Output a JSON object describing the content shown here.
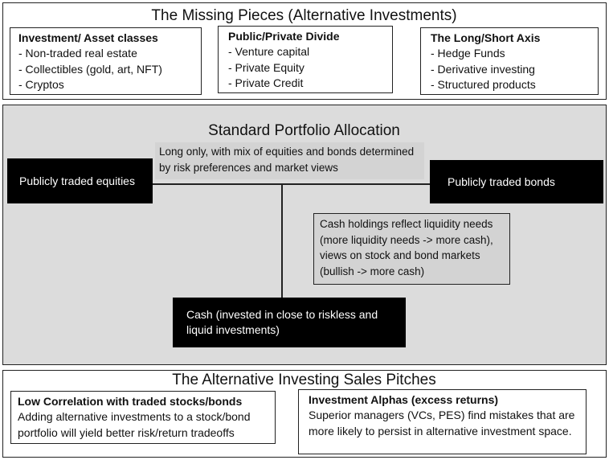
{
  "top": {
    "title": "The Missing Pieces (Alternative Investments)",
    "boxes": [
      {
        "heading": "Investment/ Asset classes",
        "items": [
          "- Non-traded real estate",
          "- Collectibles (gold, art, NFT)",
          "- Cryptos"
        ]
      },
      {
        "heading": "Public/Private Divide",
        "items": [
          "- Venture capital",
          "- Private Equity",
          "- Private Credit"
        ]
      },
      {
        "heading": "The Long/Short Axis",
        "items": [
          "- Hedge Funds",
          "- Derivative investing",
          "- Structured products"
        ]
      }
    ]
  },
  "middle": {
    "title": "Standard Portfolio Allocation",
    "long_only_note": "Long only, with mix of equities and bonds determined by risk preferences and market views",
    "equities": "Publicly traded equities",
    "bonds": "Publicly traded bonds",
    "cash_note": "Cash holdings reflect liquidity needs (more liquidity needs -> more cash), views on stock and bond markets (bullish -> more cash)",
    "cash": "Cash (invested in close to riskless and liquid investments)"
  },
  "bottom": {
    "title": "The Alternative Investing Sales Pitches",
    "boxes": [
      {
        "heading": "Low Correlation with traded stocks/bonds",
        "body": "Adding alternative investments to a stock/bond portfolio will yield better risk/return tradeoffs"
      },
      {
        "heading": "Investment Alphas (excess returns)",
        "body": "Superior managers (VCs, PES) find mistakes that are more likely to persist in alternative investment space."
      }
    ]
  },
  "colors": {
    "panel_gray": "#dcdcdc",
    "note_gray": "#d3d3d3",
    "dark_box": "#000000"
  }
}
